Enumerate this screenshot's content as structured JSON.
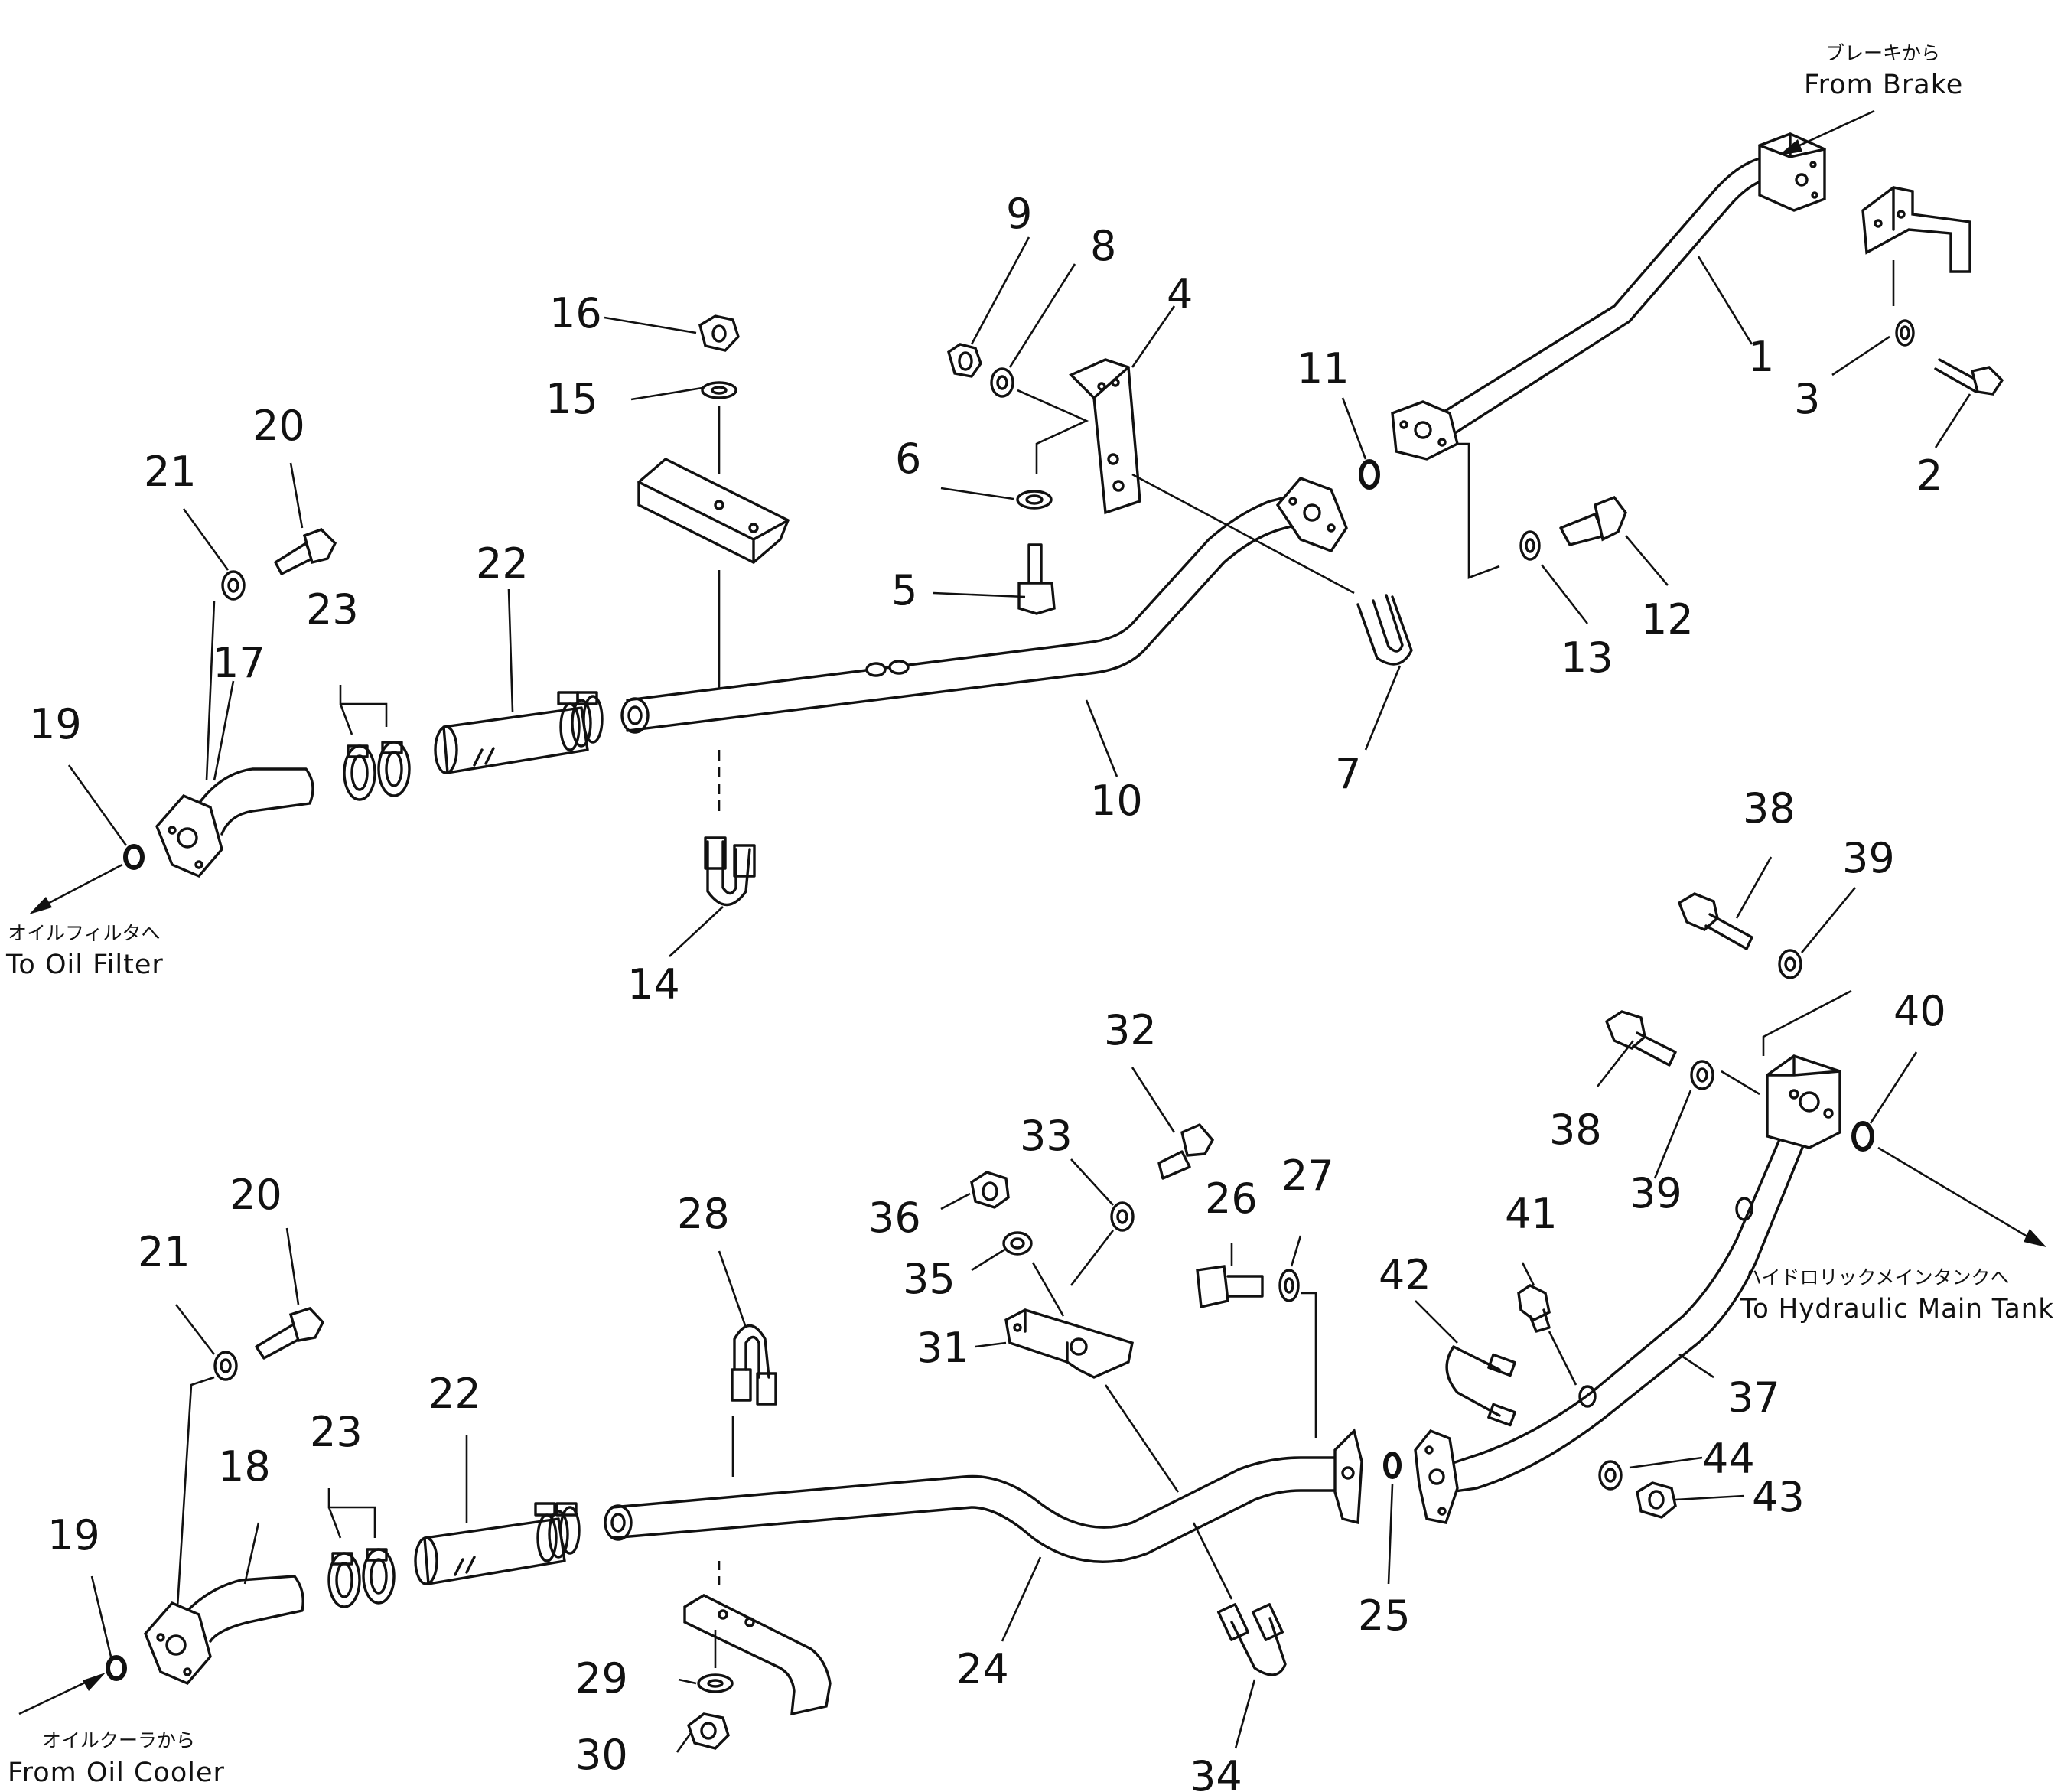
{
  "callouts": {
    "c1": "1",
    "c2": "2",
    "c3": "3",
    "c4": "4",
    "c5": "5",
    "c6": "6",
    "c7": "7",
    "c8": "8",
    "c9": "9",
    "c10": "10",
    "c11": "11",
    "c12": "12",
    "c13": "13",
    "c14": "14",
    "c15": "15",
    "c16": "16",
    "c17": "17",
    "c18": "18",
    "c19a": "19",
    "c19b": "19",
    "c20a": "20",
    "c20b": "20",
    "c21a": "21",
    "c21b": "21",
    "c22a": "22",
    "c22b": "22",
    "c23a": "23",
    "c23b": "23",
    "c24": "24",
    "c25": "25",
    "c26": "26",
    "c27": "27",
    "c28": "28",
    "c29": "29",
    "c30": "30",
    "c31": "31",
    "c32": "32",
    "c33": "33",
    "c34": "34",
    "c35": "35",
    "c36": "36",
    "c37": "37",
    "c38a": "38",
    "c38b": "38",
    "c39a": "39",
    "c39b": "39",
    "c40": "40",
    "c41": "41",
    "c42": "42",
    "c43": "43",
    "c44": "44"
  },
  "flow_labels": {
    "from_brake": {
      "jp": "ブレーキから",
      "en": "From Brake"
    },
    "to_oil_filter": {
      "jp": "オイルフィルタへ",
      "en": "To Oil Filter"
    },
    "from_oil_cooler": {
      "jp": "オイルクーラから",
      "en": "From Oil Cooler"
    },
    "to_hydraulic_tank": {
      "jp": "ハイドロリックメインタンクへ",
      "en": "To Hydraulic Main Tank"
    }
  }
}
